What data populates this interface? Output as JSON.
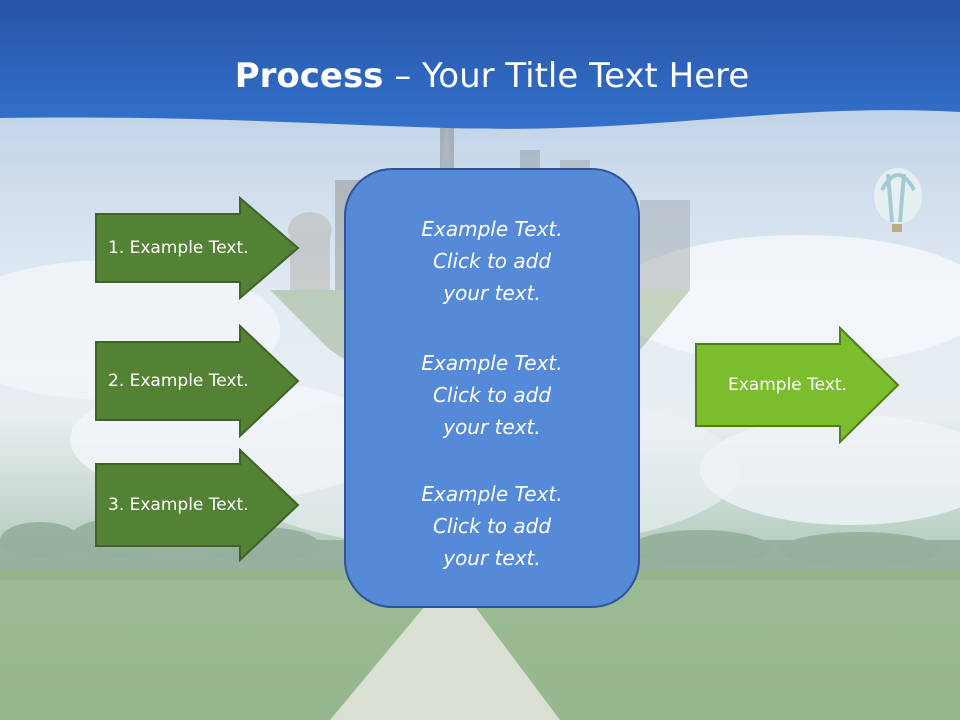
{
  "title": {
    "bold": "Process",
    "rest": " – Your Title Text Here"
  },
  "left_arrows": [
    {
      "label": "1. Example Text."
    },
    {
      "label": "2. Example Text."
    },
    {
      "label": "3. Example Text."
    }
  ],
  "center_panel": {
    "blocks": [
      {
        "text": "Example Text.\nClick  to add\nyour text."
      },
      {
        "text": "Example Text.\nClick  to add\nyour text."
      },
      {
        "text": "Example Text.\nClick  to add\nyour text."
      }
    ]
  },
  "right_arrow": {
    "label": "Example Text."
  },
  "colors": {
    "header_blue": "#2f63b8",
    "arrow_dark_green": "#548235",
    "arrow_light_green": "#7cbd2e",
    "panel_blue": "#558ad9"
  }
}
